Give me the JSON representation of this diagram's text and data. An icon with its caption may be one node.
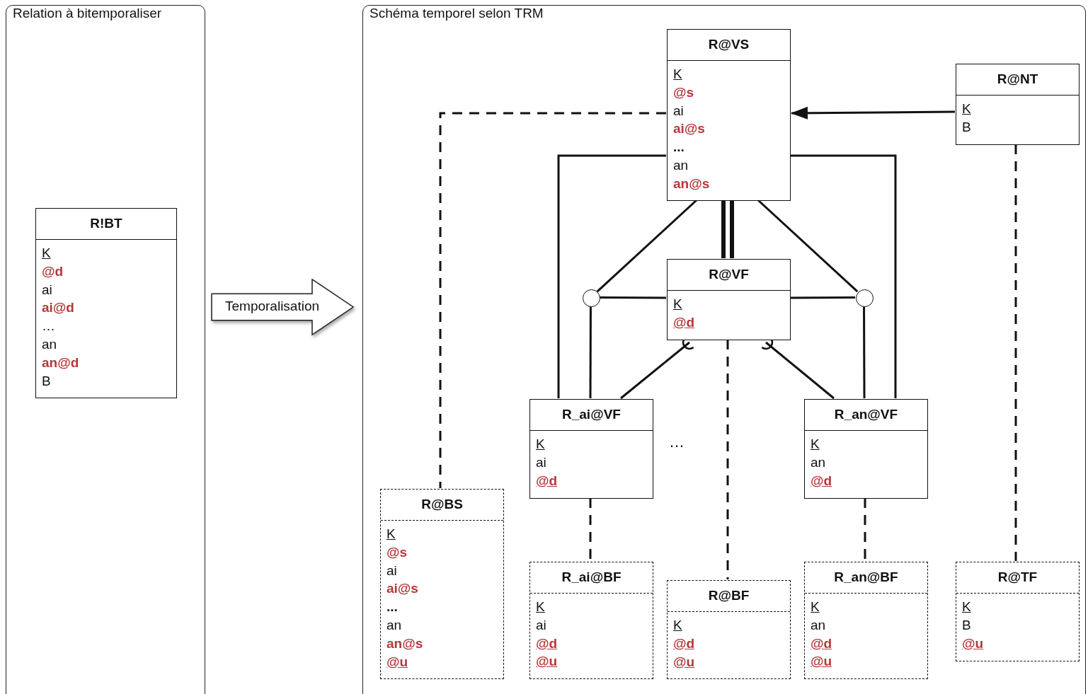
{
  "diagram": {
    "nodes": [
      {
        "text": [
          "Relation à bitemporaliser"
        ]
      },
      {
        "text": [
          "R!BT",
          "K",
          "@d",
          "ai",
          "ai@d",
          "…",
          "an",
          "an@d",
          "B"
        ],
        "in": 0
      },
      {
        "text": [
          "Temporalisation"
        ]
      },
      {
        "text": [
          "Schéma temporel selon TRM"
        ]
      },
      {
        "text": [
          "R@VS",
          "K",
          "@s",
          "ai",
          "ai@s",
          "...",
          "an",
          "an@s"
        ],
        "in": 3
      },
      {
        "text": [
          "R@NT",
          "K",
          "B"
        ],
        "in": 3
      },
      {
        "text": [],
        "shape": "circle",
        "in": 3
      },
      {
        "text": [
          "R@VF",
          "K",
          "@d"
        ],
        "in": 3
      },
      {
        "text": [],
        "shape": "circle",
        "in": 3
      },
      {
        "text": [
          "R_ai@VF",
          "K",
          "ai",
          "@d"
        ],
        "in": 3
      },
      {
        "text": [
          "R_an@VF",
          "K",
          "an",
          "@d"
        ],
        "in": 3
      },
      {
        "text": [
          "R@BS",
          "K",
          "@s",
          "ai",
          "ai@s",
          "...",
          "an",
          "an@s",
          "@u"
        ],
        "in": 3
      },
      {
        "text": [
          "R_ai@BF",
          "K",
          "ai",
          "@d",
          "@u"
        ],
        "in": 3
      },
      {
        "text": [
          "R@BF",
          "K",
          "@d",
          "@u"
        ],
        "in": 3
      },
      {
        "text": [
          "R_an@BF",
          "K",
          "an",
          "@d",
          "@u"
        ],
        "in": 3
      },
      {
        "text": [
          "R@TF",
          "K",
          "B",
          "@u"
        ],
        "in": 3
      }
    ],
    "edges": [
      {
        "from": 5,
        "to": 4,
        "arrow": "to"
      },
      {
        "from": 4,
        "to": 6,
        "arrow": "none"
      },
      {
        "from": 6,
        "to": 7,
        "arrow": "none"
      },
      {
        "from": 6,
        "to": 9,
        "arrow": "none"
      },
      {
        "from": 4,
        "to": 9,
        "arrow": "none"
      },
      {
        "from": 4,
        "to": 7,
        "arrow": "none",
        "style": "thick"
      },
      {
        "from": 4,
        "to": 8,
        "arrow": "none"
      },
      {
        "from": 8,
        "to": 7,
        "arrow": "none"
      },
      {
        "from": 8,
        "to": 10,
        "arrow": "none"
      },
      {
        "from": 4,
        "to": 10,
        "arrow": "none"
      },
      {
        "from": 9,
        "to": 7,
        "arrow": "other"
      },
      {
        "from": 10,
        "to": 7,
        "arrow": "other"
      },
      {
        "from": 4,
        "to": 11,
        "arrow": "none",
        "style": "dashed"
      },
      {
        "from": 9,
        "to": 12,
        "arrow": "none",
        "style": "dashed"
      },
      {
        "from": 7,
        "to": 13,
        "arrow": "none",
        "style": "dashed"
      },
      {
        "from": 10,
        "to": 14,
        "arrow": "none",
        "style": "dashed"
      },
      {
        "from": 5,
        "to": 15,
        "arrow": "none",
        "style": "dashed"
      }
    ],
    "labels": [
      "…"
    ]
  }
}
